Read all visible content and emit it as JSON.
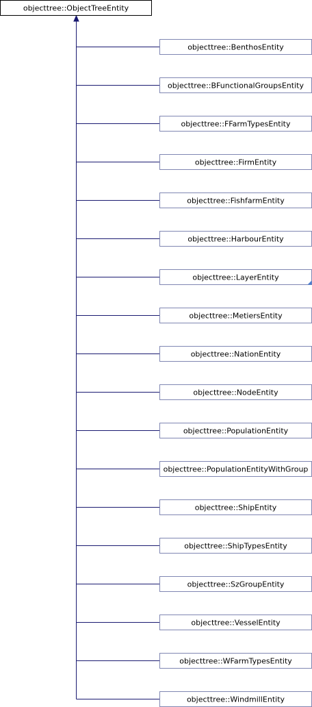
{
  "diagram": {
    "root": {
      "label": "objecttree::ObjectTreeEntity"
    },
    "children": [
      {
        "label": "objecttree::BenthosEntity"
      },
      {
        "label": "objecttree::BFunctionalGroupsEntity"
      },
      {
        "label": "objecttree::FFarmTypesEntity"
      },
      {
        "label": "objecttree::FirmEntity"
      },
      {
        "label": "objecttree::FishfarmEntity"
      },
      {
        "label": "objecttree::HarbourEntity"
      },
      {
        "label": "objecttree::LayerEntity",
        "has_more": true
      },
      {
        "label": "objecttree::MetiersEntity"
      },
      {
        "label": "objecttree::NationEntity"
      },
      {
        "label": "objecttree::NodeEntity"
      },
      {
        "label": "objecttree::PopulationEntity"
      },
      {
        "label": "objecttree::PopulationEntityWithGroup"
      },
      {
        "label": "objecttree::ShipEntity"
      },
      {
        "label": "objecttree::ShipTypesEntity"
      },
      {
        "label": "objecttree::SzGroupEntity"
      },
      {
        "label": "objecttree::VesselEntity"
      },
      {
        "label": "objecttree::WFarmTypesEntity"
      },
      {
        "label": "objecttree::WindmillEntity"
      }
    ],
    "colors": {
      "edge": "#191970",
      "child_border": "#7f86b2",
      "root_border": "#000000",
      "more_marker": "#4a7dd0"
    }
  }
}
